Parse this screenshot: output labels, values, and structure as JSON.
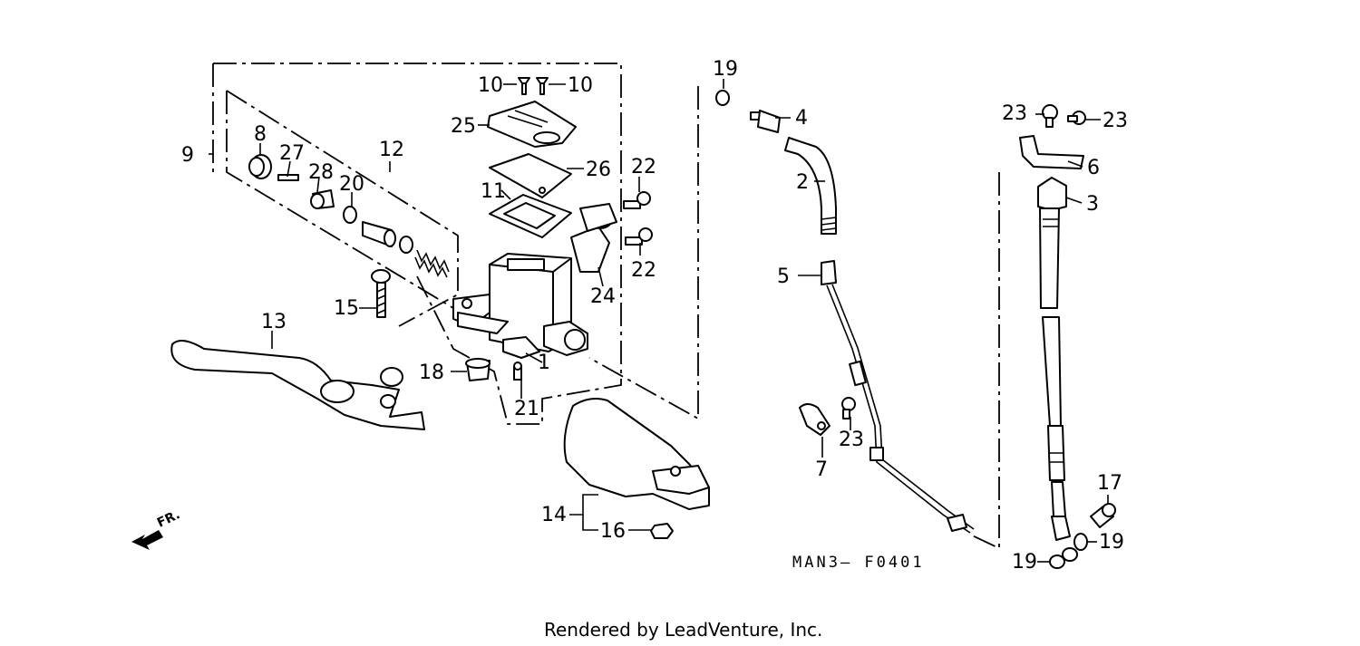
{
  "diagram_code": "MAN3— F0401",
  "credit": "Rendered by LeadVenture, Inc.",
  "front_label": "FR.",
  "callouts": {
    "c1": "1",
    "c2": "2",
    "c3": "3",
    "c4": "4",
    "c5": "5",
    "c6": "6",
    "c7": "7",
    "c8": "8",
    "c9": "9",
    "c10a": "10",
    "c10b": "10",
    "c11": "11",
    "c12": "12",
    "c13": "13",
    "c14": "14",
    "c15": "15",
    "c16": "16",
    "c17": "17",
    "c18": "18",
    "c19a": "19",
    "c19b": "19",
    "c19c": "19",
    "c20": "20",
    "c21": "21",
    "c22a": "22",
    "c22b": "22",
    "c23a": "23",
    "c23b": "23",
    "c23c": "23",
    "c24": "24",
    "c25": "25",
    "c26": "26",
    "c27": "27",
    "c28": "28"
  }
}
